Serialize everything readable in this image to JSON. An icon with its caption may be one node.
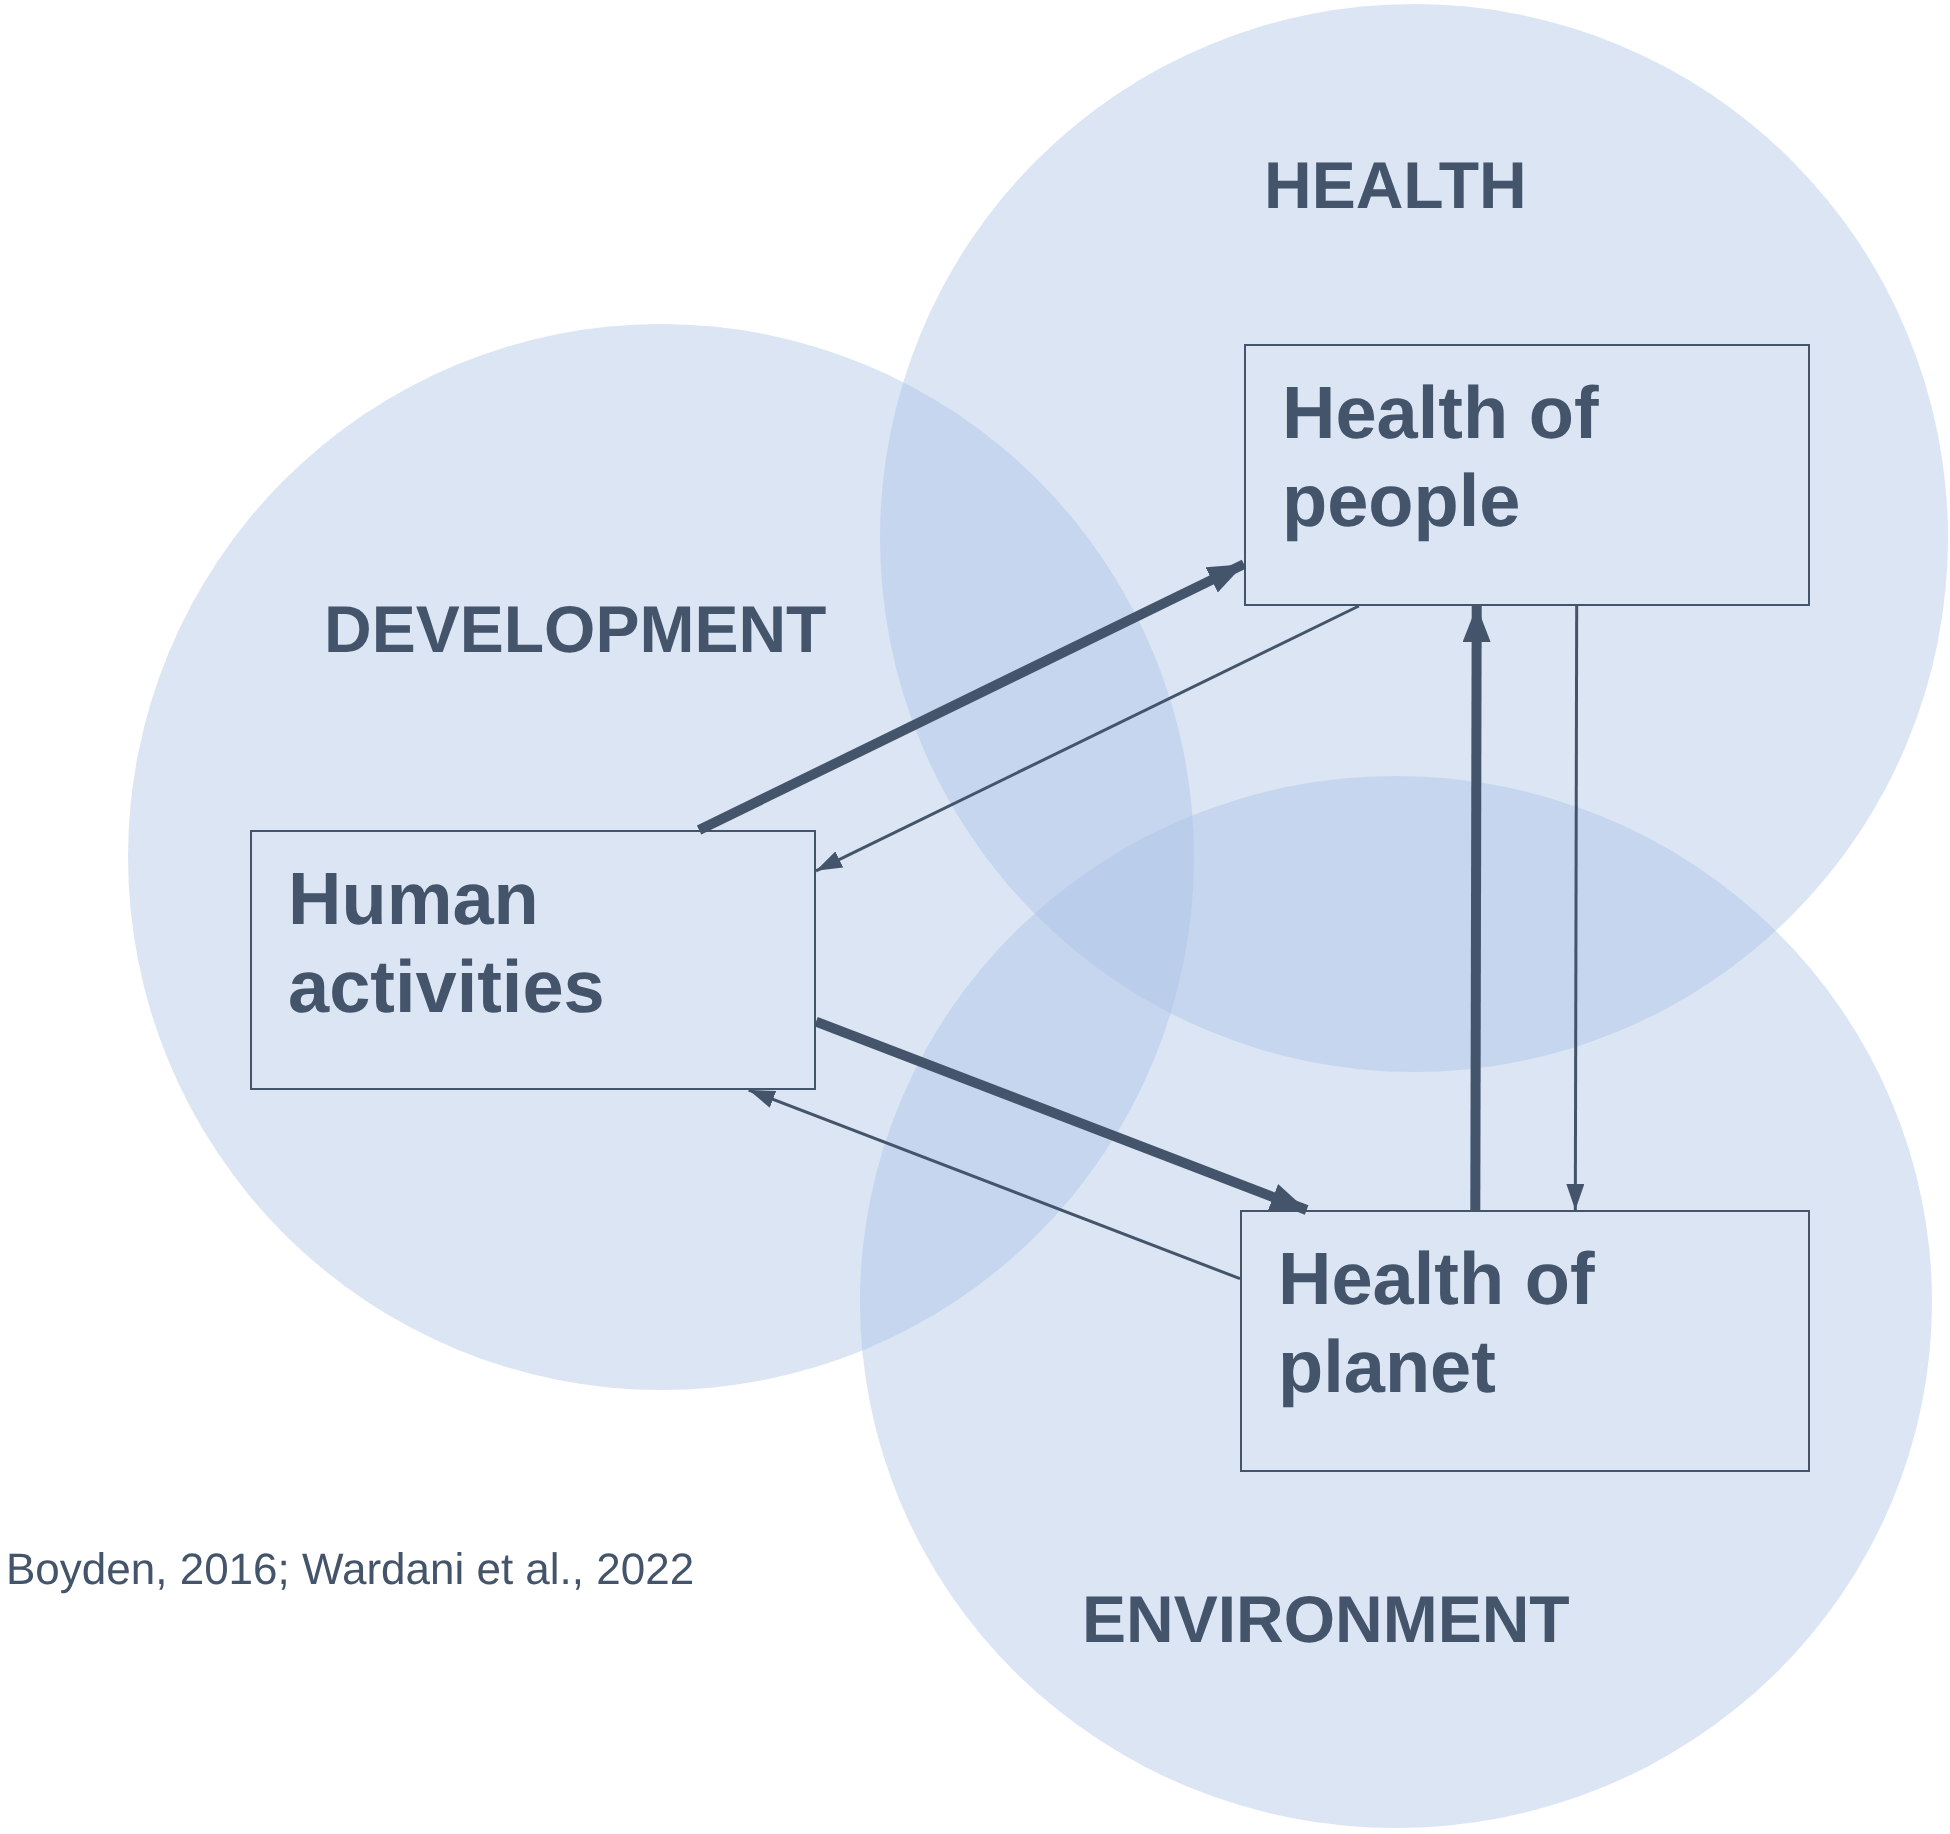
{
  "diagram": {
    "nodes": [
      {
        "text": [
          "HEALTH"
        ]
      },
      {
        "text": [
          "Health of people"
        ],
        "in": 0
      },
      {
        "text": [
          "DEVELOPMENT"
        ]
      },
      {
        "text": [
          "Human activities"
        ],
        "in": 2
      },
      {
        "text": [
          "ENVIRONMENT"
        ]
      },
      {
        "text": [
          "Health of planet"
        ],
        "in": 4
      }
    ],
    "edges": [
      {
        "from": 3,
        "to": 1,
        "arrow": "to",
        "style": "thick"
      },
      {
        "from": 1,
        "to": 3,
        "arrow": "to"
      },
      {
        "from": 3,
        "to": 5,
        "arrow": "to",
        "style": "thick"
      },
      {
        "from": 5,
        "to": 3,
        "arrow": "to"
      },
      {
        "from": 5,
        "to": 1,
        "arrow": "to",
        "style": "thick"
      },
      {
        "from": 1,
        "to": 5,
        "arrow": "to"
      }
    ],
    "labels": [
      "Boyden, 2016; Wardani et al., 2022"
    ]
  }
}
